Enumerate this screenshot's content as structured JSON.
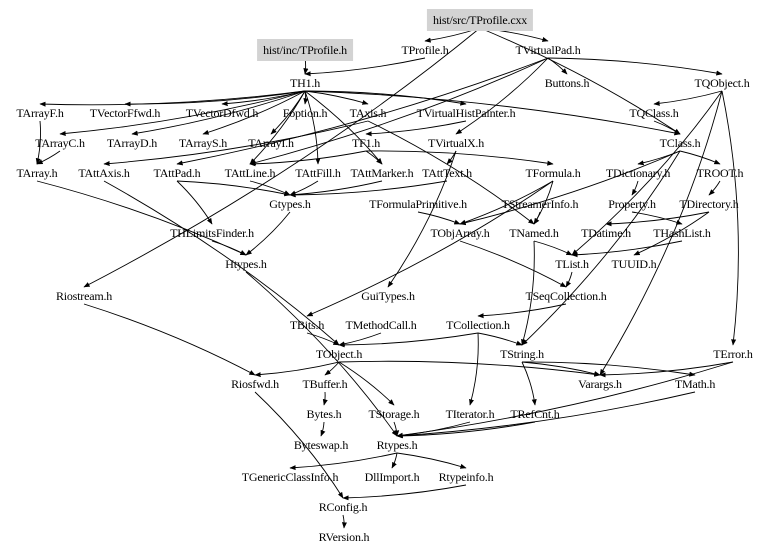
{
  "diagram": {
    "title": "Include dependency graph for hist/src/TProfile.cxx",
    "highlight_color": "#d3d3d3",
    "edge_color": "#000000",
    "nodes": [
      {
        "id": "TProfile.cxx",
        "label": "hist/src/TProfile.cxx",
        "highlight": true
      },
      {
        "id": "inc/TProfile.h",
        "label": "hist/inc/TProfile.h",
        "highlight": true
      },
      {
        "id": "TProfile.h",
        "label": "TProfile.h"
      },
      {
        "id": "TVirtualPad.h",
        "label": "TVirtualPad.h"
      },
      {
        "id": "TH1.h",
        "label": "TH1.h"
      },
      {
        "id": "Buttons.h",
        "label": "Buttons.h"
      },
      {
        "id": "TQObject.h",
        "label": "TQObject.h"
      },
      {
        "id": "TArrayF.h",
        "label": "TArrayF.h"
      },
      {
        "id": "TVectorFfwd.h",
        "label": "TVectorFfwd.h"
      },
      {
        "id": "TVectorDfwd.h",
        "label": "TVectorDfwd.h"
      },
      {
        "id": "Foption.h",
        "label": "Foption.h"
      },
      {
        "id": "TAxis.h",
        "label": "TAxis.h"
      },
      {
        "id": "TVirtualHistPainter.h",
        "label": "TVirtualHistPainter.h"
      },
      {
        "id": "TQClass.h",
        "label": "TQClass.h"
      },
      {
        "id": "TArrayC.h",
        "label": "TArrayC.h"
      },
      {
        "id": "TArrayD.h",
        "label": "TArrayD.h"
      },
      {
        "id": "TArrayS.h",
        "label": "TArrayS.h"
      },
      {
        "id": "TArrayI.h",
        "label": "TArrayI.h"
      },
      {
        "id": "TF1.h",
        "label": "TF1.h"
      },
      {
        "id": "TVirtualX.h",
        "label": "TVirtualX.h"
      },
      {
        "id": "TClass.h",
        "label": "TClass.h"
      },
      {
        "id": "TArray.h",
        "label": "TArray.h"
      },
      {
        "id": "TAttAxis.h",
        "label": "TAttAxis.h"
      },
      {
        "id": "TAttPad.h",
        "label": "TAttPad.h"
      },
      {
        "id": "TAttLine.h",
        "label": "TAttLine.h"
      },
      {
        "id": "TAttFill.h",
        "label": "TAttFill.h"
      },
      {
        "id": "TAttMarker.h",
        "label": "TAttMarker.h"
      },
      {
        "id": "TAttText.h",
        "label": "TAttText.h"
      },
      {
        "id": "TFormula.h",
        "label": "TFormula.h"
      },
      {
        "id": "TDictionary.h",
        "label": "TDictionary.h"
      },
      {
        "id": "TROOT.h",
        "label": "TROOT.h"
      },
      {
        "id": "Gtypes.h",
        "label": "Gtypes.h"
      },
      {
        "id": "TFormulaPrimitive.h",
        "label": "TFormulaPrimitive.h"
      },
      {
        "id": "TStreamerInfo.h",
        "label": "TStreamerInfo.h"
      },
      {
        "id": "Property.h",
        "label": "Property.h"
      },
      {
        "id": "TDirectory.h",
        "label": "TDirectory.h"
      },
      {
        "id": "THLimitsFinder.h",
        "label": "THLimitsFinder.h"
      },
      {
        "id": "TObjArray.h",
        "label": "TObjArray.h"
      },
      {
        "id": "TNamed.h",
        "label": "TNamed.h"
      },
      {
        "id": "TDatime.h",
        "label": "TDatime.h"
      },
      {
        "id": "THashList.h",
        "label": "THashList.h"
      },
      {
        "id": "Htypes.h",
        "label": "Htypes.h"
      },
      {
        "id": "TList.h",
        "label": "TList.h"
      },
      {
        "id": "TUUID.h",
        "label": "TUUID.h"
      },
      {
        "id": "Riostream.h",
        "label": "Riostream.h"
      },
      {
        "id": "GuiTypes.h",
        "label": "GuiTypes.h"
      },
      {
        "id": "TSeqCollection.h",
        "label": "TSeqCollection.h"
      },
      {
        "id": "TBits.h",
        "label": "TBits.h"
      },
      {
        "id": "TMethodCall.h",
        "label": "TMethodCall.h"
      },
      {
        "id": "TCollection.h",
        "label": "TCollection.h"
      },
      {
        "id": "TObject.h",
        "label": "TObject.h"
      },
      {
        "id": "TString.h",
        "label": "TString.h"
      },
      {
        "id": "TError.h",
        "label": "TError.h"
      },
      {
        "id": "Riosfwd.h",
        "label": "Riosfwd.h"
      },
      {
        "id": "TBuffer.h",
        "label": "TBuffer.h"
      },
      {
        "id": "Varargs.h",
        "label": "Varargs.h"
      },
      {
        "id": "TMath.h",
        "label": "TMath.h"
      },
      {
        "id": "Bytes.h",
        "label": "Bytes.h"
      },
      {
        "id": "TStorage.h",
        "label": "TStorage.h"
      },
      {
        "id": "TIterator.h",
        "label": "TIterator.h"
      },
      {
        "id": "TRefCnt.h",
        "label": "TRefCnt.h"
      },
      {
        "id": "Byteswap.h",
        "label": "Byteswap.h"
      },
      {
        "id": "Rtypes.h",
        "label": "Rtypes.h"
      },
      {
        "id": "TGenericClassInfo.h",
        "label": "TGenericClassInfo.h"
      },
      {
        "id": "DllImport.h",
        "label": "DllImport.h"
      },
      {
        "id": "Rtypeinfo.h",
        "label": "Rtypeinfo.h"
      },
      {
        "id": "RConfig.h",
        "label": "RConfig.h"
      },
      {
        "id": "RVersion.h",
        "label": "RVersion.h"
      }
    ],
    "edges": [
      [
        "TProfile.cxx",
        "TProfile.h"
      ],
      [
        "TProfile.cxx",
        "TVirtualPad.h"
      ],
      [
        "TProfile.cxx",
        "Riostream.h"
      ],
      [
        "TProfile.cxx",
        "TClass.h"
      ],
      [
        "inc/TProfile.h",
        "TH1.h"
      ],
      [
        "TProfile.h",
        "TH1.h"
      ],
      [
        "TVirtualPad.h",
        "Buttons.h"
      ],
      [
        "TVirtualPad.h",
        "TQObject.h"
      ],
      [
        "TVirtualPad.h",
        "TAttPad.h"
      ],
      [
        "TVirtualPad.h",
        "TVirtualX.h"
      ],
      [
        "TVirtualPad.h",
        "TAttLine.h"
      ],
      [
        "TQObject.h",
        "TQClass.h"
      ],
      [
        "TQObject.h",
        "TList.h"
      ],
      [
        "TQObject.h",
        "Varargs.h"
      ],
      [
        "TQObject.h",
        "TError.h"
      ],
      [
        "TH1.h",
        "TArrayF.h"
      ],
      [
        "TH1.h",
        "TVectorFfwd.h"
      ],
      [
        "TH1.h",
        "TVectorDfwd.h"
      ],
      [
        "TH1.h",
        "Foption.h"
      ],
      [
        "TH1.h",
        "TAxis.h"
      ],
      [
        "TH1.h",
        "TVirtualHistPainter.h"
      ],
      [
        "TH1.h",
        "TArrayC.h"
      ],
      [
        "TH1.h",
        "TArrayD.h"
      ],
      [
        "TH1.h",
        "TArrayS.h"
      ],
      [
        "TH1.h",
        "TArrayI.h"
      ],
      [
        "TH1.h",
        "TAttLine.h"
      ],
      [
        "TH1.h",
        "TAttFill.h"
      ],
      [
        "TH1.h",
        "TAttMarker.h"
      ],
      [
        "TH1.h",
        "TClass.h"
      ],
      [
        "TArrayF.h",
        "TArray.h"
      ],
      [
        "TArrayC.h",
        "TArray.h"
      ],
      [
        "TAxis.h",
        "TAttAxis.h"
      ],
      [
        "TAxis.h",
        "TNamed.h"
      ],
      [
        "TVirtualHistPainter.h",
        "TF1.h"
      ],
      [
        "TQClass.h",
        "TClass.h"
      ],
      [
        "TF1.h",
        "TFormula.h"
      ],
      [
        "TF1.h",
        "TAttLine.h"
      ],
      [
        "TF1.h",
        "TAttMarker.h"
      ],
      [
        "TVirtualX.h",
        "TAttText.h"
      ],
      [
        "TVirtualX.h",
        "GuiTypes.h"
      ],
      [
        "TClass.h",
        "TDictionary.h"
      ],
      [
        "TClass.h",
        "TROOT.h"
      ],
      [
        "TClass.h",
        "TObjArray.h"
      ],
      [
        "TClass.h",
        "TString.h"
      ],
      [
        "TArray.h",
        "Htypes.h"
      ],
      [
        "TAttAxis.h",
        "TObject.h"
      ],
      [
        "TAttPad.h",
        "Gtypes.h"
      ],
      [
        "TAttPad.h",
        "THLimitsFinder.h"
      ],
      [
        "TAttLine.h",
        "Gtypes.h"
      ],
      [
        "TAttFill.h",
        "Gtypes.h"
      ],
      [
        "TAttMarker.h",
        "Gtypes.h"
      ],
      [
        "TAttText.h",
        "Gtypes.h"
      ],
      [
        "TFormula.h",
        "TNamed.h"
      ],
      [
        "TFormula.h",
        "TBits.h"
      ],
      [
        "TFormula.h",
        "TObjArray.h"
      ],
      [
        "TDictionary.h",
        "Property.h"
      ],
      [
        "TROOT.h",
        "TDirectory.h"
      ],
      [
        "Gtypes.h",
        "Htypes.h"
      ],
      [
        "TFormulaPrimitive.h",
        "TObjArray.h"
      ],
      [
        "TStreamerInfo.h",
        "TNamed.h"
      ],
      [
        "TDirectory.h",
        "TDatime.h"
      ],
      [
        "TDirectory.h",
        "TUUID.h"
      ],
      [
        "Property.h",
        "THashList.h"
      ],
      [
        "THLimitsFinder.h",
        "Htypes.h"
      ],
      [
        "TObjArray.h",
        "TSeqCollection.h"
      ],
      [
        "TNamed.h",
        "TList.h"
      ],
      [
        "TNamed.h",
        "TString.h"
      ],
      [
        "THashList.h",
        "TList.h"
      ],
      [
        "TList.h",
        "TSeqCollection.h"
      ],
      [
        "TSeqCollection.h",
        "TCollection.h"
      ],
      [
        "Htypes.h",
        "Rtypes.h"
      ],
      [
        "Riostream.h",
        "Riosfwd.h"
      ],
      [
        "TBits.h",
        "TObject.h"
      ],
      [
        "TMethodCall.h",
        "TObject.h"
      ],
      [
        "TCollection.h",
        "TObject.h"
      ],
      [
        "TCollection.h",
        "TIterator.h"
      ],
      [
        "TCollection.h",
        "TString.h"
      ],
      [
        "TObject.h",
        "Riosfwd.h"
      ],
      [
        "TObject.h",
        "TBuffer.h"
      ],
      [
        "TObject.h",
        "TStorage.h"
      ],
      [
        "TObject.h",
        "Varargs.h"
      ],
      [
        "TString.h",
        "TRefCnt.h"
      ],
      [
        "TString.h",
        "Varargs.h"
      ],
      [
        "TString.h",
        "TMath.h"
      ],
      [
        "TError.h",
        "Varargs.h"
      ],
      [
        "TError.h",
        "Rtypes.h"
      ],
      [
        "TBuffer.h",
        "Bytes.h"
      ],
      [
        "Bytes.h",
        "Byteswap.h"
      ],
      [
        "TStorage.h",
        "Rtypes.h"
      ],
      [
        "TIterator.h",
        "Rtypes.h"
      ],
      [
        "TRefCnt.h",
        "Rtypes.h"
      ],
      [
        "TMath.h",
        "Rtypes.h"
      ],
      [
        "Rtypes.h",
        "TGenericClassInfo.h"
      ],
      [
        "Rtypes.h",
        "DllImport.h"
      ],
      [
        "Rtypes.h",
        "Rtypeinfo.h"
      ],
      [
        "Rtypeinfo.h",
        "RConfig.h"
      ],
      [
        "RConfig.h",
        "RVersion.h"
      ],
      [
        "Riosfwd.h",
        "RConfig.h"
      ]
    ]
  }
}
